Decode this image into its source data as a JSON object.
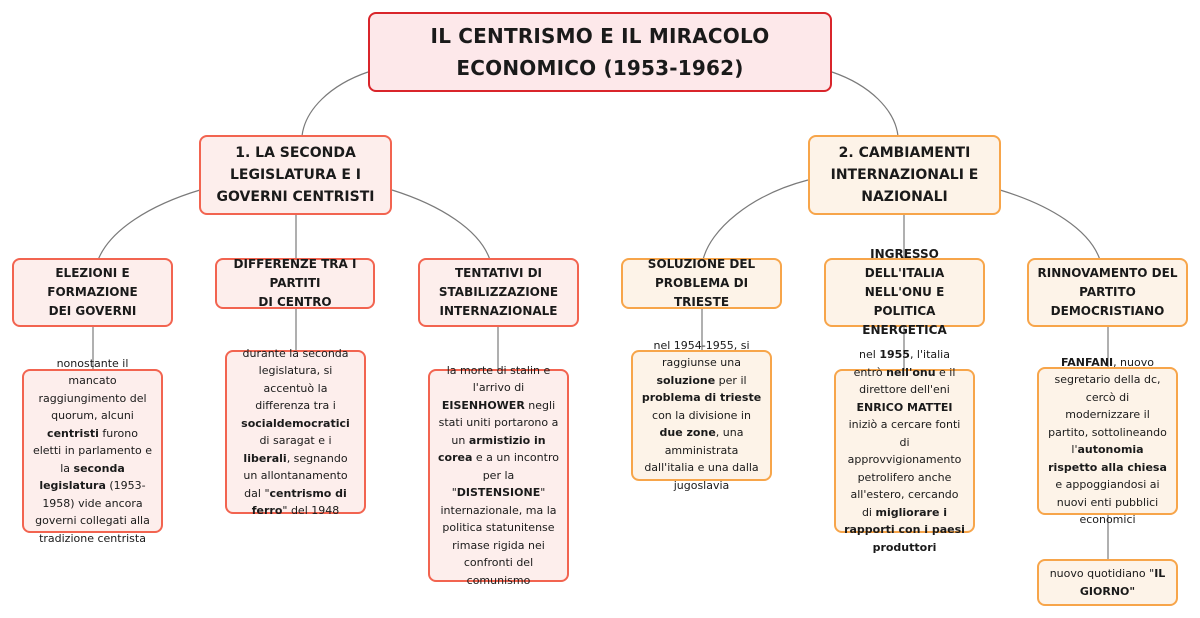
{
  "root": {
    "title_line1": "IL CENTRISMO E IL MIRACOLO",
    "title_line2": "ECONOMICO (1953-1962)"
  },
  "colors": {
    "root_border": "#d9252b",
    "root_fill": "#fde8ea",
    "branch1_border": "#f26450",
    "branch1_fill": "#fdeeec",
    "branch2_border": "#f7a54a",
    "branch2_fill": "#fdf3e8",
    "connector": "#7a7a7a"
  },
  "branches": [
    {
      "title": [
        "1. LA SECONDA",
        "LEGISLATURA E I",
        "GOVERNI CENTRISTI"
      ],
      "topics": [
        {
          "title": [
            "ELEZIONI E FORMAZIONE",
            "DEI GOVERNI"
          ],
          "details": [
            [
              {
                "t": "nonostante il mancato raggiungimento del quorum, alcuni ",
                "b": false
              },
              {
                "t": "centristi",
                "b": true
              },
              {
                "t": " furono eletti in parlamento e la ",
                "b": false
              },
              {
                "t": "seconda legislatura",
                "b": true
              },
              {
                "t": " (1953-1958) vide ancora governi collegati alla tradizione centrista",
                "b": false
              }
            ]
          ]
        },
        {
          "title": [
            "DIFFERENZE TRA I PARTITI",
            "DI CENTRO"
          ],
          "details": [
            [
              {
                "t": "durante la seconda legislatura, si accentuò la differenza tra i ",
                "b": false
              },
              {
                "t": "socialdemocratici",
                "b": true
              },
              {
                "t": " di saragat e i ",
                "b": false
              },
              {
                "t": "liberali",
                "b": true
              },
              {
                "t": ", segnando un allontanamento dal \"",
                "b": false
              },
              {
                "t": "centrismo di ferro",
                "b": true
              },
              {
                "t": "\" del 1948",
                "b": false
              }
            ]
          ]
        },
        {
          "title": [
            "TENTATIVI DI",
            "STABILIZZAZIONE",
            "INTERNAZIONALE"
          ],
          "details": [
            [
              {
                "t": "la morte di stalin e l'arrivo di ",
                "b": false
              },
              {
                "t": "EISENHOWER",
                "b": true
              },
              {
                "t": " negli stati uniti portarono a un ",
                "b": false
              },
              {
                "t": "armistizio in corea",
                "b": true
              },
              {
                "t": " e a un incontro per la \"",
                "b": false
              },
              {
                "t": "DISTENSIONE",
                "b": true
              },
              {
                "t": "\" internazionale, ma la politica statunitense rimase rigida nei confronti del comunismo",
                "b": false
              }
            ]
          ]
        }
      ]
    },
    {
      "title": [
        "2. CAMBIAMENTI",
        "INTERNAZIONALI E",
        "NAZIONALI"
      ],
      "topics": [
        {
          "title": [
            "SOLUZIONE DEL",
            "PROBLEMA DI TRIESTE"
          ],
          "details": [
            [
              {
                "t": "nel 1954-1955, si raggiunse una ",
                "b": false
              },
              {
                "t": "soluzione",
                "b": true
              },
              {
                "t": " per il ",
                "b": false
              },
              {
                "t": "problema di trieste",
                "b": true
              },
              {
                "t": " con la divisione in ",
                "b": false
              },
              {
                "t": "due zone",
                "b": true
              },
              {
                "t": ", una amministrata dall'italia e una dalla jugoslavia",
                "b": false
              }
            ]
          ]
        },
        {
          "title": [
            "INGRESSO DELL'ITALIA",
            "NELL'ONU E POLITICA",
            "ENERGETICA"
          ],
          "details": [
            [
              {
                "t": "nel ",
                "b": false
              },
              {
                "t": "1955",
                "b": true
              },
              {
                "t": ", l'italia entrò ",
                "b": false
              },
              {
                "t": "nell'onu",
                "b": true
              },
              {
                "t": " e il direttore dell'eni ",
                "b": false
              },
              {
                "t": "ENRICO MATTEI",
                "b": true
              },
              {
                "t": " iniziò a cercare fonti di approvvigionamento petrolifero anche all'estero, cercando di ",
                "b": false
              },
              {
                "t": "migliorare i rapporti con i paesi produttori",
                "b": true
              }
            ]
          ]
        },
        {
          "title": [
            "RINNOVAMENTO DEL",
            "PARTITO",
            "DEMOCRISTIANO"
          ],
          "details": [
            [
              {
                "t": "FANFANI",
                "b": true
              },
              {
                "t": ", nuovo segretario della dc, cercò di modernizzare il partito, sottolineando l'",
                "b": false
              },
              {
                "t": "autonomia rispetto alla chiesa",
                "b": true
              },
              {
                "t": " e appoggiandosi ai nuovi enti pubblici economici",
                "b": false
              }
            ],
            [
              {
                "t": "nuovo quotidiano \"",
                "b": false
              },
              {
                "t": "IL GIORNO\"",
                "b": true
              }
            ]
          ]
        }
      ]
    }
  ]
}
